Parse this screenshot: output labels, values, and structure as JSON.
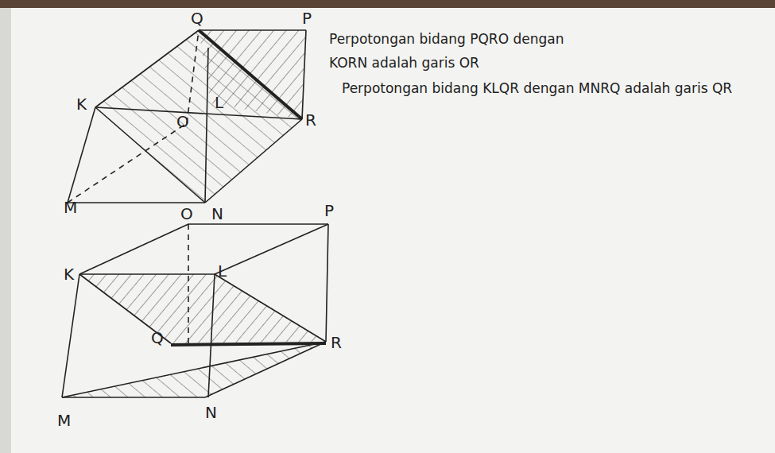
{
  "diagram": {
    "labels": [
      "Perpotongan bidang PQRO dengan KORN adalah garis OR",
      "Perpotongan bidang KLQR dengan MNRQ adalah garis QR",
      "Q",
      "P",
      "K",
      "L",
      "O",
      "R",
      "M",
      "N",
      "O",
      "P",
      "K",
      "L",
      "Q",
      "R",
      "M",
      "N"
    ]
  }
}
